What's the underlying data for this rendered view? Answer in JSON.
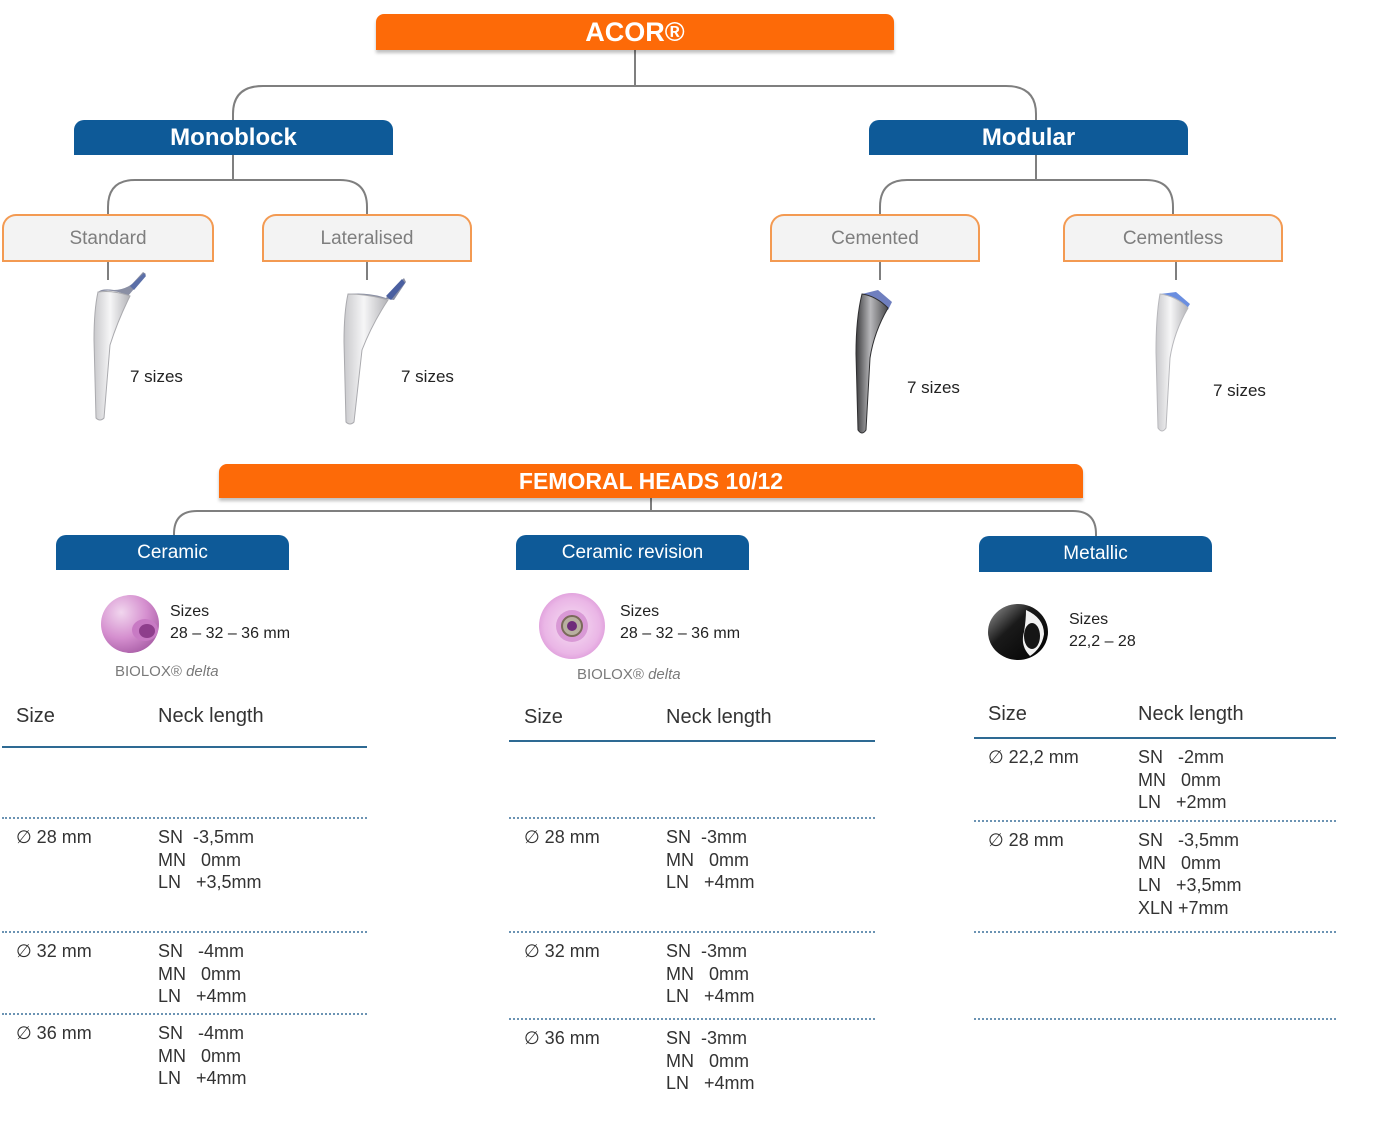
{
  "root": {
    "title": "ACOR®",
    "color": "#fd6a08"
  },
  "branches": [
    {
      "label": "Monoblock",
      "color": "#0e5a98",
      "variants": [
        {
          "label": "Standard",
          "sizes": "7 sizes"
        },
        {
          "label": "Lateralised",
          "sizes": "7 sizes"
        }
      ]
    },
    {
      "label": "Modular",
      "color": "#0e5a98",
      "variants": [
        {
          "label": "Cemented",
          "sizes": "7 sizes"
        },
        {
          "label": "Cementless",
          "sizes": "7 sizes"
        }
      ]
    }
  ],
  "femoral_heads": {
    "title": "FEMORAL HEADS 10/12",
    "groups": [
      {
        "label": "Ceramic",
        "sizes_label": "Sizes",
        "sizes": "28 – 32 – 36 mm",
        "material": "BIOLOX®",
        "material_style": "delta",
        "header": {
          "size": "Size",
          "neck": "Neck length"
        },
        "rows": [
          {
            "size": "",
            "neck": ""
          },
          {
            "size": "∅ 28 mm",
            "neck": "SN  -3,5mm\nMN   0mm\nLN   +3,5mm"
          },
          {
            "size": "∅ 32 mm",
            "neck": "SN   -4mm\nMN   0mm\nLN   +4mm"
          },
          {
            "size": "∅ 36 mm",
            "neck": "SN   -4mm\nMN   0mm\nLN   +4mm"
          }
        ]
      },
      {
        "label": "Ceramic revision",
        "sizes_label": "Sizes",
        "sizes": "28 – 32 – 36 mm",
        "material": "BIOLOX®",
        "material_style": "delta",
        "header": {
          "size": "Size",
          "neck": "Neck length"
        },
        "rows": [
          {
            "size": "",
            "neck": ""
          },
          {
            "size": "∅ 28 mm",
            "neck": "SN  -3mm\nMN   0mm\nLN   +4mm"
          },
          {
            "size": "∅ 32 mm",
            "neck": "SN  -3mm\nMN   0mm\nLN   +4mm"
          },
          {
            "size": "∅ 36 mm",
            "neck": "SN  -3mm\nMN   0mm\nLN   +4mm"
          }
        ]
      },
      {
        "label": "Metallic",
        "sizes_label": "Sizes",
        "sizes": "22,2 – 28",
        "header": {
          "size": "Size",
          "neck": "Neck length"
        },
        "rows": [
          {
            "size": "∅ 22,2 mm",
            "neck": "SN   -2mm\nMN   0mm\nLN   +2mm"
          },
          {
            "size": "∅ 28 mm",
            "neck": "SN   -3,5mm\nMN   0mm\nLN   +3,5mm\nXLN +7mm"
          },
          {
            "size": "",
            "neck": ""
          }
        ]
      }
    ]
  },
  "colors": {
    "orange": "#fd6a08",
    "blue": "#0e5a98",
    "outline": "#f39a52",
    "connector": "#7f7f7f"
  }
}
